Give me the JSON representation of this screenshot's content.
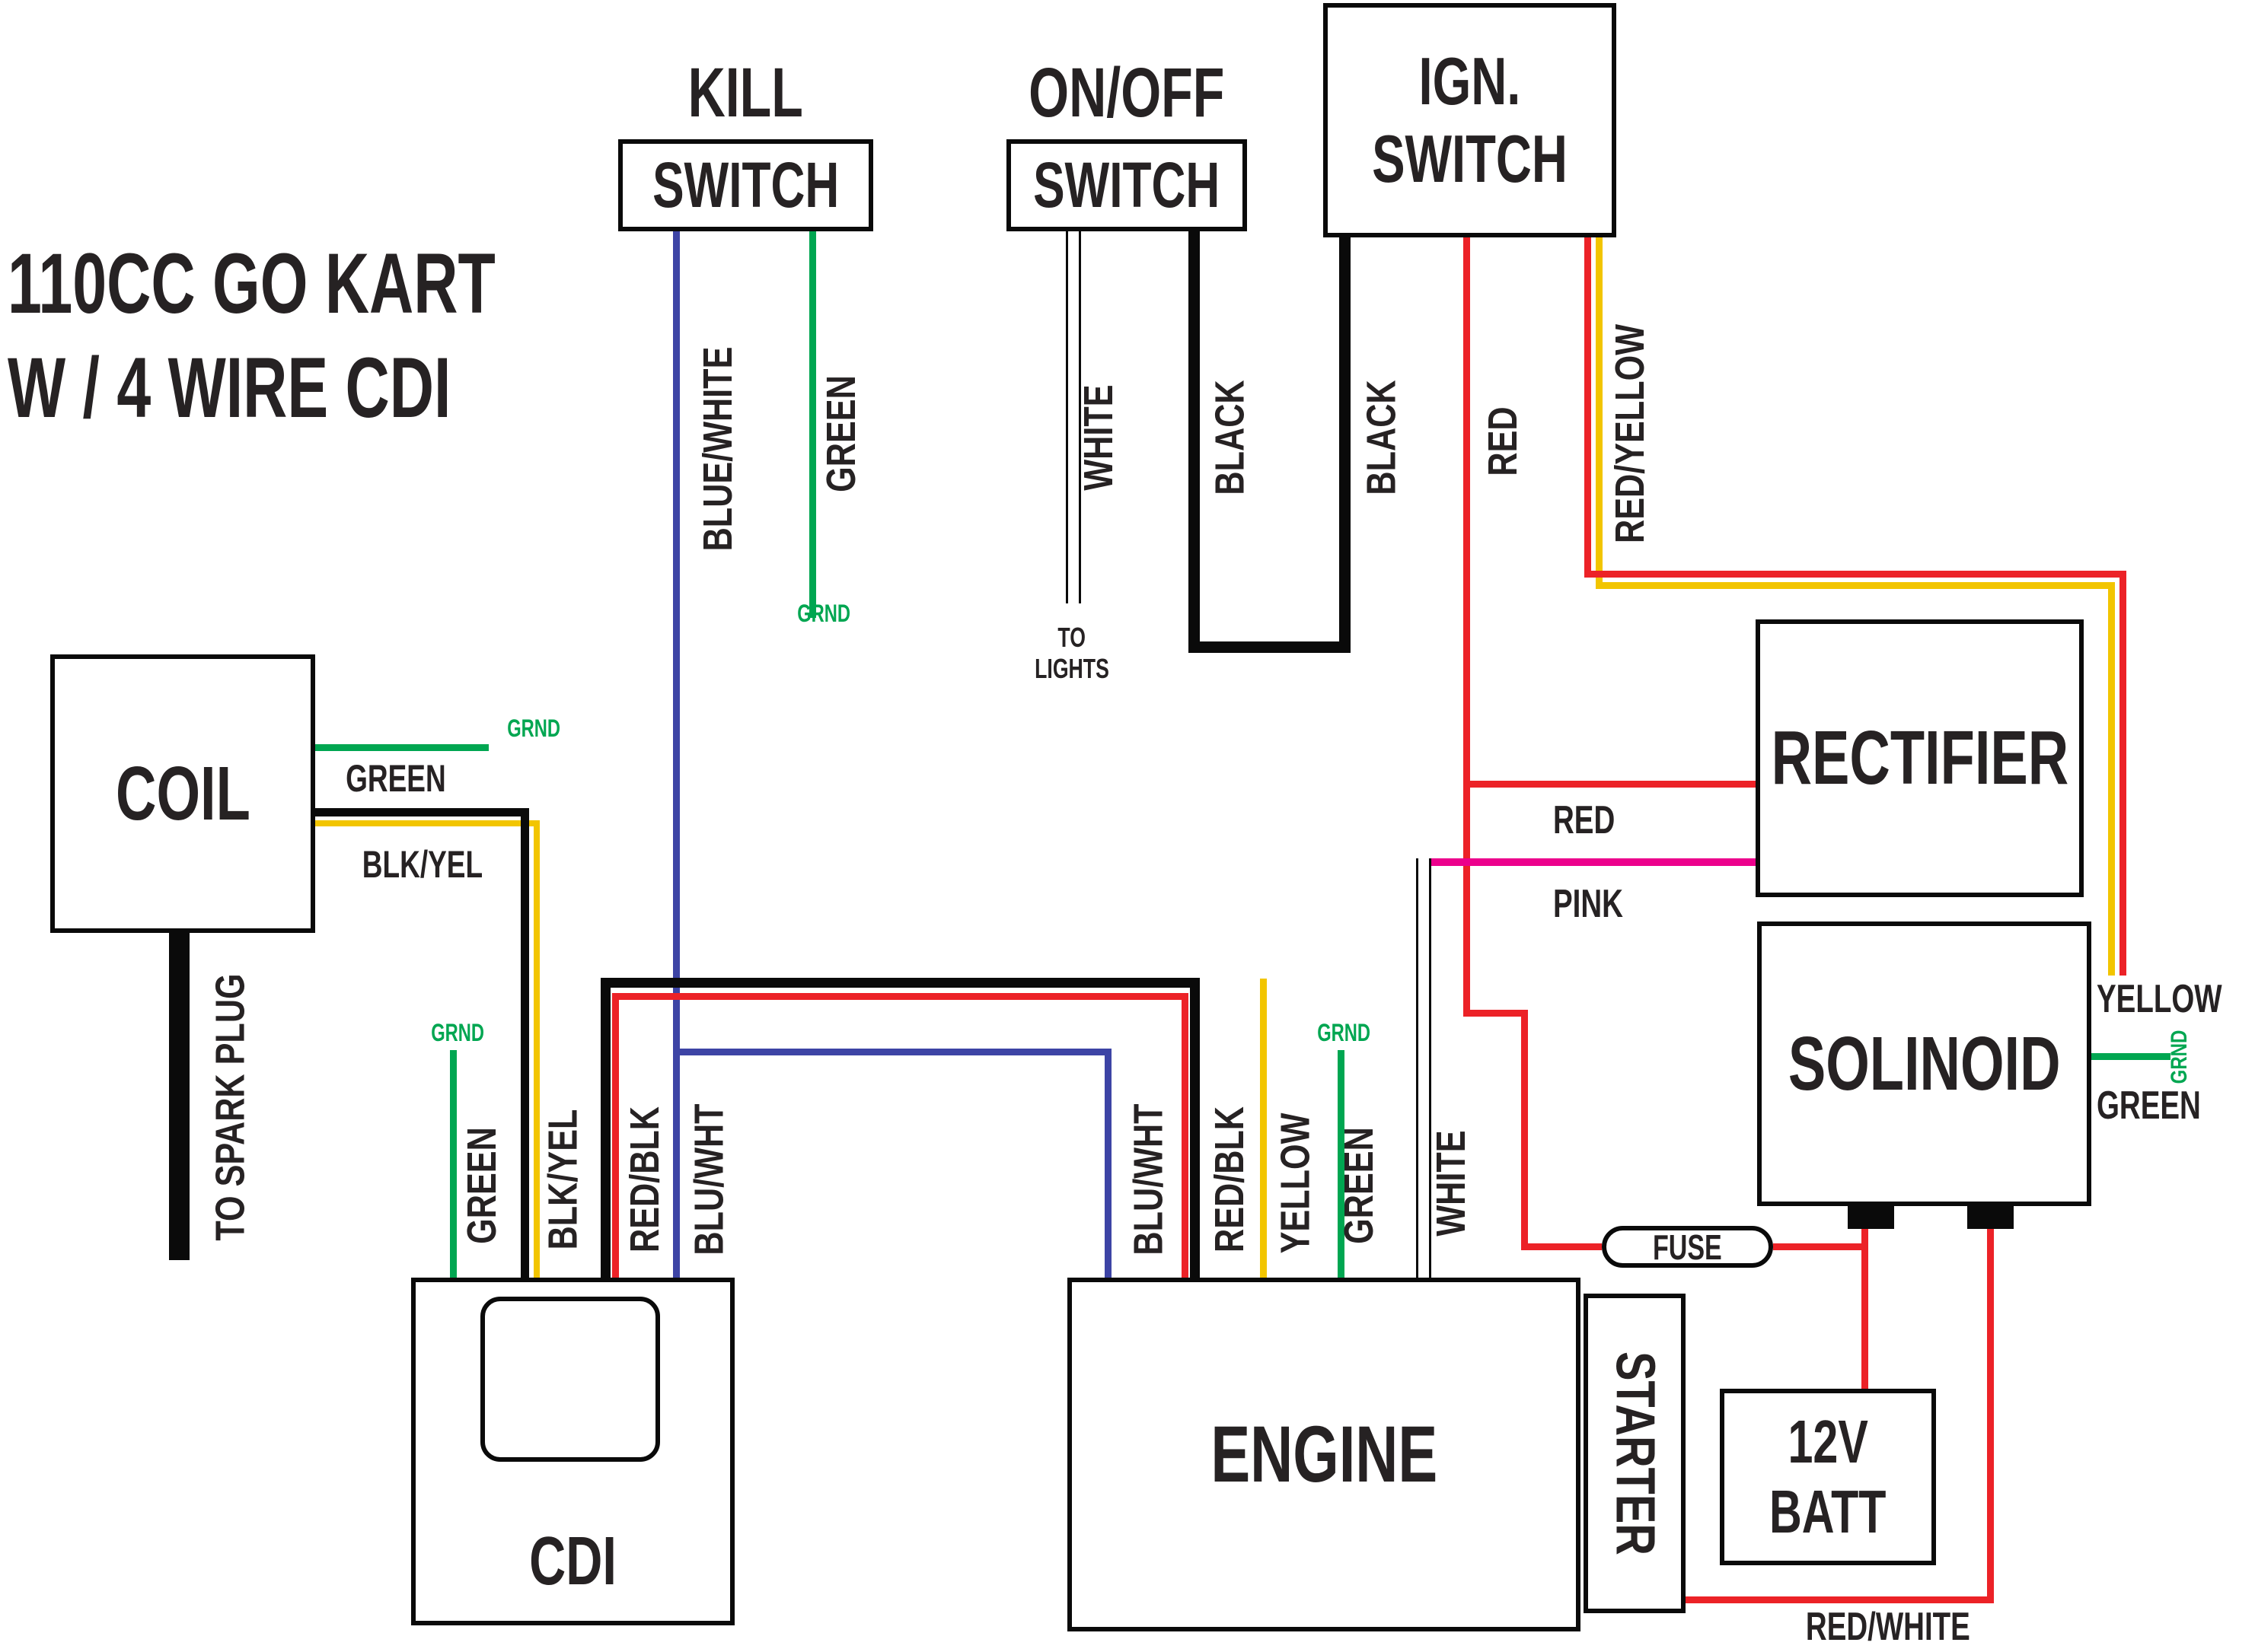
{
  "title": {
    "line1": "110CC GO KART",
    "line2": "W / 4 WIRE CDI"
  },
  "boxes": {
    "kill_switch": {
      "caption": "KILL",
      "label": "SWITCH"
    },
    "onoff_switch": {
      "caption": "ON/OFF",
      "label": "SWITCH"
    },
    "ign_switch": {
      "line1": "IGN.",
      "line2": "SWITCH"
    },
    "coil": {
      "label": "COIL"
    },
    "cdi": {
      "label": "CDI"
    },
    "engine": {
      "label": "ENGINE"
    },
    "starter": {
      "label": "STARTER"
    },
    "battery": {
      "line1": "12V",
      "line2": "BATT"
    },
    "rectifier": {
      "label": "RECTIFIER"
    },
    "solenoid": {
      "label": "SOLINOID"
    },
    "fuse": {
      "label": "FUSE"
    }
  },
  "wire_labels": {
    "kill_blue": "BLUE/WHITE",
    "kill_green": "GREEN",
    "kill_grnd": "GRND",
    "onoff_white": "WHITE",
    "onoff_to_1": "TO",
    "onoff_to_2": "LIGHTS",
    "onoff_black": "BLACK",
    "ign_black": "BLACK",
    "ign_red": "RED",
    "ign_red_yellow": "RED/YELLOW",
    "coil_green": "GREEN",
    "coil_grnd": "GRND",
    "coil_blk_yel": "BLK/YEL",
    "spark_plug": "TO SPARK PLUG",
    "cdi_grnd": "GRND",
    "cdi_green": "GREEN",
    "cdi_blk_yel": "BLK/YEL",
    "cdi_red_blk": "RED/BLK",
    "cdi_blu_wht": "BLU/WHT",
    "eng_blu_wht": "BLU/WHT",
    "eng_red_blk": "RED/BLK",
    "eng_yellow": "YELLOW",
    "eng_grnd": "GRND",
    "eng_green": "GREEN",
    "eng_white": "WHITE",
    "rect_red": "RED",
    "rect_pink": "PINK",
    "sol_yellow": "YELLOW",
    "sol_grnd": "GRND",
    "sol_green": "GREEN",
    "batt_red_white": "RED/WHITE"
  },
  "colors": {
    "wire_red": "#EC2227",
    "wire_green": "#00A651",
    "wire_blue": "#3D44A5",
    "wire_yellow": "#F2C500",
    "wire_pink": "#EC008C",
    "wire_black": "#0A0A0A",
    "text": "#262223",
    "grnd_text": "#00A651"
  }
}
